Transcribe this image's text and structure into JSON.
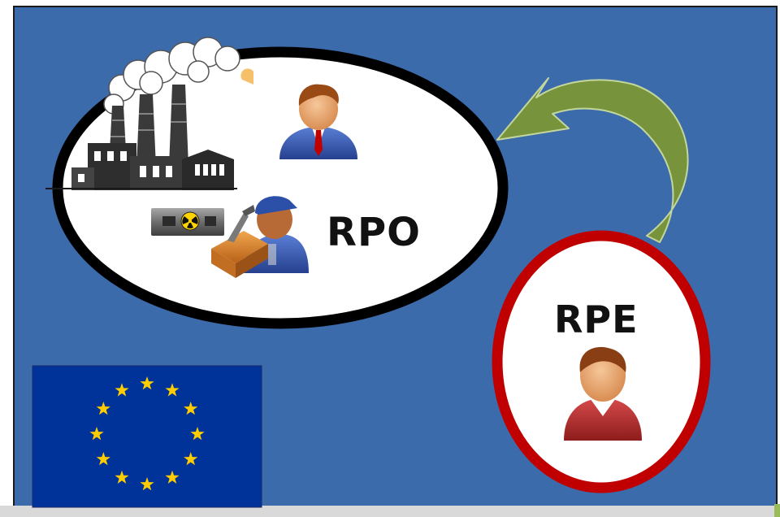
{
  "slide": {
    "background": "#3c6bab",
    "frame_color": "#1a1a1a",
    "footer_bar_color": "#d9d9d9",
    "footer_accent_color": "#9bbb59"
  },
  "diagram": {
    "rpo": {
      "label": "RPO",
      "ellipse_fill": "#ffffff",
      "ellipse_border": "#000000",
      "contains": [
        "factory-icon",
        "manager-icon",
        "radioactive-source-icon",
        "technician-icon"
      ]
    },
    "rpe": {
      "label": "RPE",
      "ellipse_fill": "#ffffff",
      "ellipse_border": "#c00000",
      "contains": [
        "expert-icon"
      ]
    },
    "arrow": {
      "from": "RPE",
      "to": "RPO",
      "color": "#77933c"
    },
    "flag": {
      "icon": "eu-flag-icon",
      "background": "#003399",
      "star_color": "#ffcc00",
      "star_count": 12
    }
  }
}
